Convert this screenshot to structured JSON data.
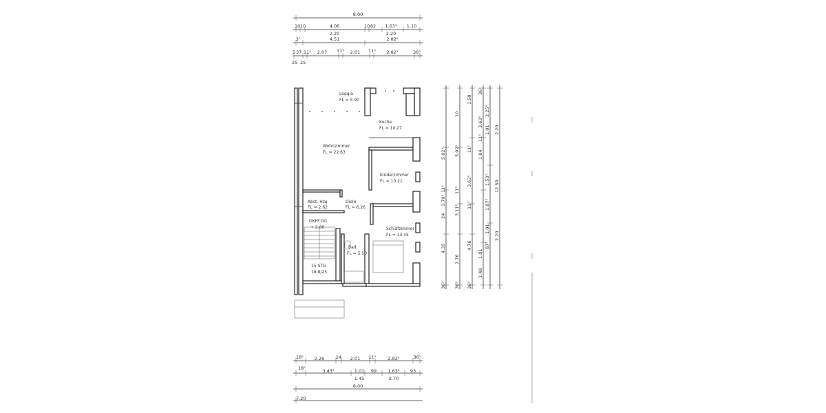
{
  "rooms": {
    "loggia": {
      "name": "Loggia",
      "area": "FL = 5.90"
    },
    "kueche": {
      "name": "Kuche",
      "area": "FL = 10.27"
    },
    "wohnzimmer": {
      "name": "Wohnzimmer",
      "area": "FL = 22.63"
    },
    "kinderzimmer": {
      "name": "Kinderzimmer",
      "area": "FL = 10.21"
    },
    "abst": {
      "name": "Abst. Hzg",
      "area": "FL = 2.62"
    },
    "diele": {
      "name": "Diele",
      "area": "FL = 6.26"
    },
    "okff": {
      "name": "OKFF.OG",
      "area": "+ 2.80"
    },
    "schlafzimmer": {
      "name": "Schlafzimmer",
      "area": "FL = 13.45"
    },
    "bad": {
      "name": "Bad",
      "area": "FL = 5.50"
    },
    "treppe": {
      "name": "15 STG",
      "steps": "18.8/25"
    }
  },
  "dims_top": {
    "r1": [
      "8.00"
    ],
    "r2": [
      "10",
      "10",
      "4.06",
      "10",
      "82",
      "1.63⁵",
      "1.10"
    ],
    "r3": [
      "2.20",
      "2.20"
    ],
    "r4": [
      "3⁷",
      "4.51",
      "2.82⁵"
    ],
    "r5": [
      "5",
      "37",
      "11⁵",
      "2.07",
      "11⁵",
      "2.01",
      "11⁵",
      "2.82⁵",
      "36⁵"
    ],
    "r6": [
      "25",
      "25"
    ]
  },
  "dims_bottom": {
    "r1": [
      "18⁵",
      "2.26",
      "24",
      "2.01",
      "11⁵",
      "2.82⁵",
      "36⁵"
    ],
    "r2": [
      "18⁵",
      "3.43⁵",
      "1.01",
      "99",
      "1.63⁵",
      "93"
    ],
    "r3": [
      "1.45",
      "2.70"
    ],
    "r4": [
      "8.00"
    ],
    "r5": [
      "7.20"
    ]
  },
  "dims_right": {
    "c1": [
      "24",
      "1.79⁵",
      "11⁵",
      "5.02⁵",
      "4.35",
      "36⁵"
    ],
    "c2": [
      "10",
      "5.02⁵",
      "11⁵",
      "3.11⁵",
      "2.76",
      "36⁵"
    ],
    "c3": [
      "1.50",
      "11⁵",
      "3.63⁵",
      "11⁵",
      "4.76",
      "36⁵"
    ],
    "c4": [
      "36⁵",
      "3.63⁵",
      "11⁵",
      "1.84",
      "1.01",
      "1.48"
    ],
    "c5": [
      "2.25⁵",
      "1.01",
      "1.53⁵",
      "1.87⁵",
      "1.01",
      "87⁵"
    ],
    "c6": [
      "12.59",
      "2.20",
      "2.20"
    ]
  }
}
